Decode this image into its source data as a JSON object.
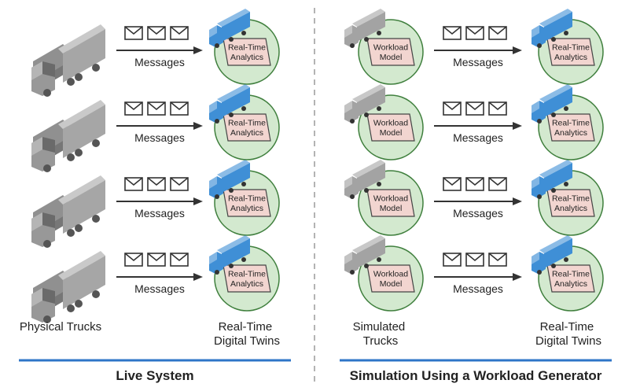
{
  "colors": {
    "circle_fill": "#d3e9cf",
    "circle_stroke": "#3f7f3d",
    "box_fill": "#f2d5d0",
    "box_stroke": "#444444",
    "truck_gray": "#a3a3a3",
    "truck_blue": "#3f8fd6",
    "rule_blue": "#2e75c7",
    "divider": "#9a9a9a"
  },
  "icons": [
    "gray-truck-icon",
    "blue-truck-icon",
    "envelope-icon",
    "arrow-icon"
  ],
  "live": {
    "rows": [
      {
        "message_label": "Messages",
        "twin_label": [
          "Real-Time",
          "Analytics"
        ]
      },
      {
        "message_label": "Messages",
        "twin_label": [
          "Real-Time",
          "Analytics"
        ]
      },
      {
        "message_label": "Messages",
        "twin_label": [
          "Real-Time",
          "Analytics"
        ]
      },
      {
        "message_label": "Messages",
        "twin_label": [
          "Real-Time",
          "Analytics"
        ]
      }
    ],
    "source_caption": [
      "Physical Trucks"
    ],
    "twins_caption": [
      "Real-Time",
      "Digital Twins"
    ],
    "title": "Live System"
  },
  "simulation": {
    "rows": [
      {
        "model_label": [
          "Workload",
          "Model"
        ],
        "message_label": "Messages",
        "twin_label": [
          "Real-Time",
          "Analytics"
        ]
      },
      {
        "model_label": [
          "Workload",
          "Model"
        ],
        "message_label": "Messages",
        "twin_label": [
          "Real-Time",
          "Analytics"
        ]
      },
      {
        "model_label": [
          "Workload",
          "Model"
        ],
        "message_label": "Messages",
        "twin_label": [
          "Real-Time",
          "Analytics"
        ]
      },
      {
        "model_label": [
          "Workload",
          "Model"
        ],
        "message_label": "Messages",
        "twin_label": [
          "Real-Time",
          "Analytics"
        ]
      }
    ],
    "source_caption": [
      "Simulated",
      "Trucks"
    ],
    "twins_caption": [
      "Real-Time",
      "Digital Twins"
    ],
    "title": "Simulation Using a Workload Generator"
  }
}
